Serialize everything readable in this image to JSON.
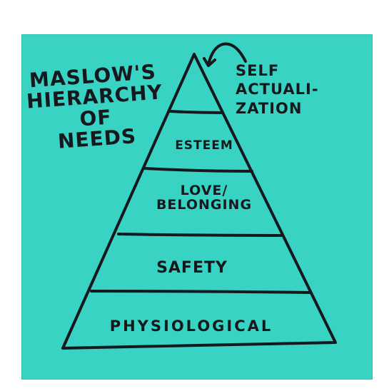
{
  "title": {
    "lines": [
      "MASLOW'S",
      "HIERARCHY",
      "OF",
      "NEEDS"
    ]
  },
  "pyramid": {
    "levels": [
      {
        "id": "self-actualization",
        "lines": [
          "SELF",
          "ACTUALI-",
          "ZATION"
        ]
      },
      {
        "id": "esteem",
        "lines": [
          "ESTEEM"
        ]
      },
      {
        "id": "love-belonging",
        "lines": [
          "LOVE/",
          "BELONGING"
        ]
      },
      {
        "id": "safety",
        "lines": [
          "SAFETY"
        ]
      },
      {
        "id": "physiological",
        "lines": [
          "PHYSIOLOGICAL"
        ]
      }
    ]
  },
  "colors": {
    "sticky_note": "#39d3c4",
    "ink": "#15181d"
  }
}
